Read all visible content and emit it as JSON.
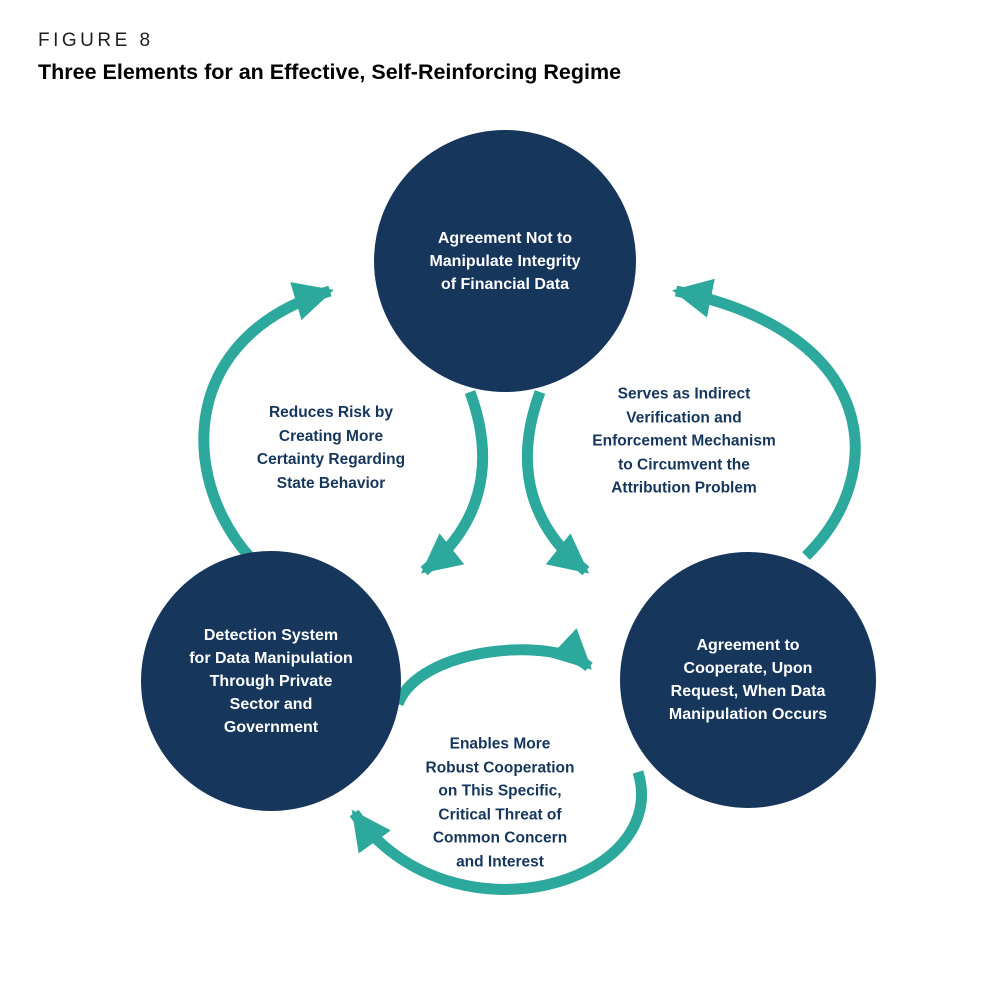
{
  "figure": {
    "label": "FIGURE 8",
    "title": "Three Elements for an Effective, Self-Reinforcing Regime"
  },
  "colors": {
    "navy": "#16365C",
    "teal": "#2CA89C",
    "node_text": "#FFFFFF"
  },
  "nodes": [
    {
      "id": "top",
      "text": "Agreement Not to\nManipulate Integrity\nof Financial Data"
    },
    {
      "id": "bottom-left",
      "text": "Detection System\nfor Data Manipulation\nThrough Private\nSector and\nGovernment"
    },
    {
      "id": "bottom-right",
      "text": "Agreement to\nCooperate, Upon\nRequest, When Data\nManipulation Occurs"
    }
  ],
  "edges": [
    {
      "id": "left",
      "text": "Reduces Risk by\nCreating More\nCertainty Regarding\nState Behavior"
    },
    {
      "id": "right",
      "text": "Serves as Indirect\nVerification and\nEnforcement Mechanism\nto Circumvent the\nAttribution Problem"
    },
    {
      "id": "bottom",
      "text": "Enables More\nRobust Cooperation\non This Specific,\nCritical Threat of\nCommon Concern\nand Interest"
    }
  ]
}
